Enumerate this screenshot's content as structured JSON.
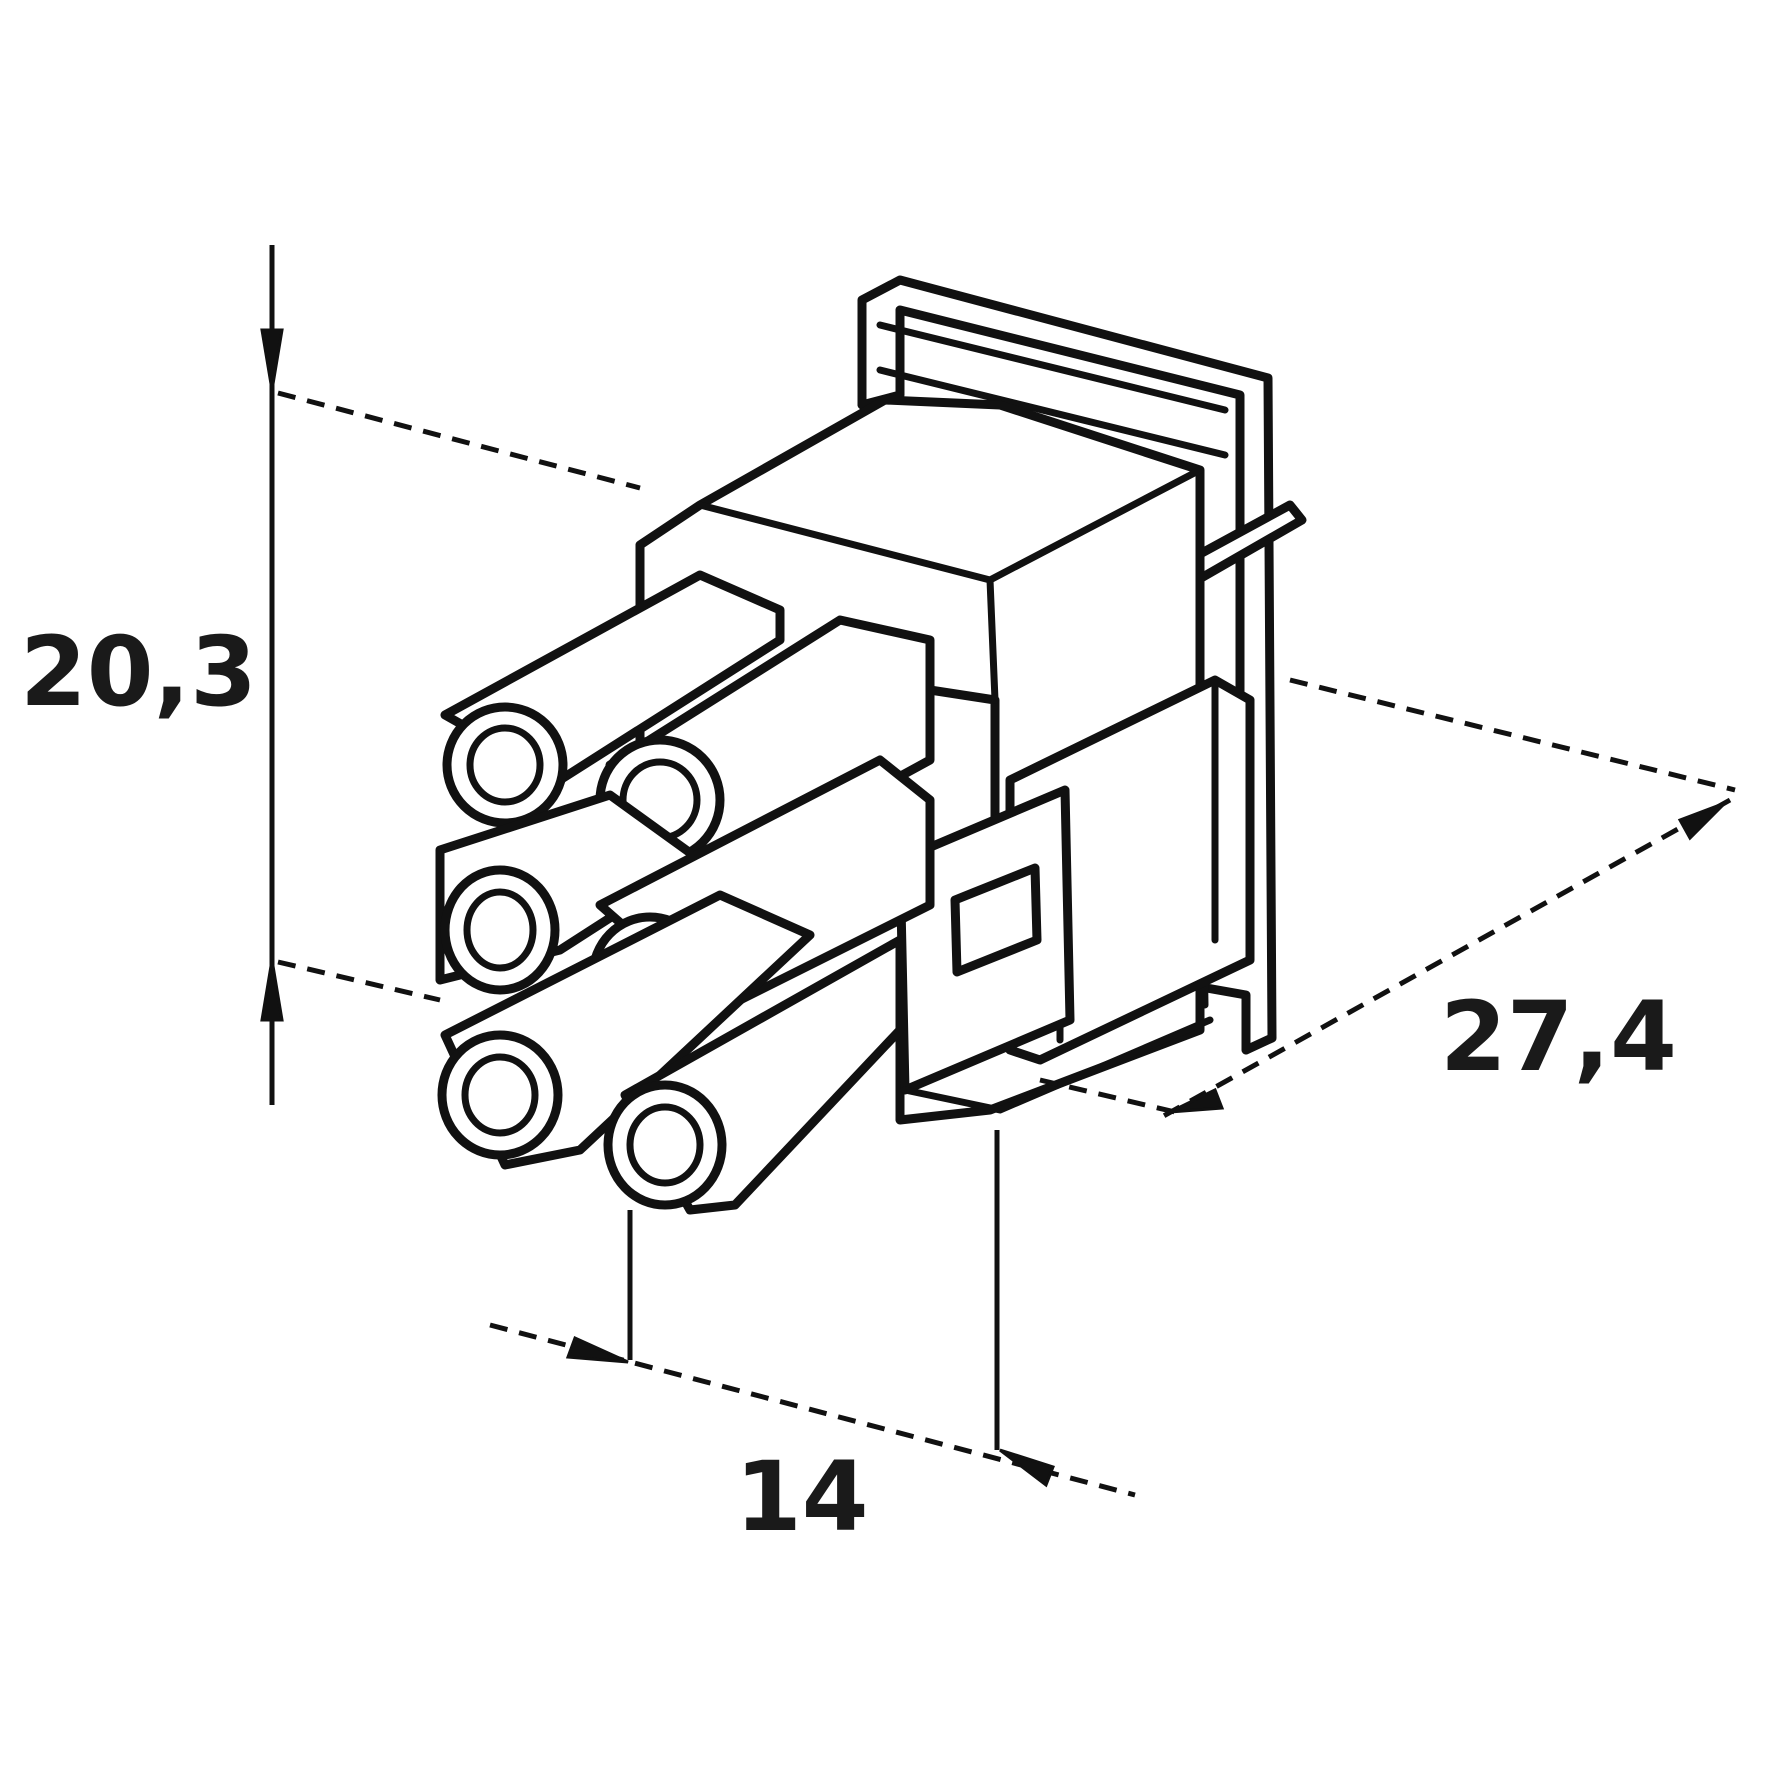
{
  "dimensions": {
    "height": "20,3",
    "depth": "27,4",
    "width": "14"
  },
  "colors": {
    "line": "#111111",
    "background": "#ffffff"
  }
}
